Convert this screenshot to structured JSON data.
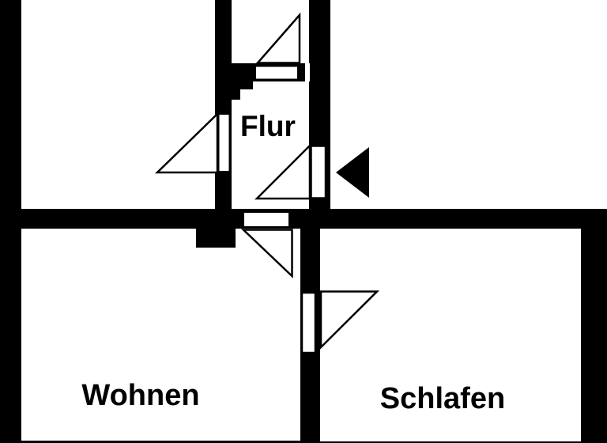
{
  "rooms": {
    "flur": {
      "label": "Flur"
    },
    "wohnen": {
      "label": "Wohnen"
    },
    "schlafen": {
      "label": "Schlafen"
    }
  },
  "colors": {
    "wall": "#000000",
    "floor": "#ffffff",
    "text": "#000000"
  },
  "icons": {
    "entrance_arrow": "left-pointing-solid-triangle"
  }
}
